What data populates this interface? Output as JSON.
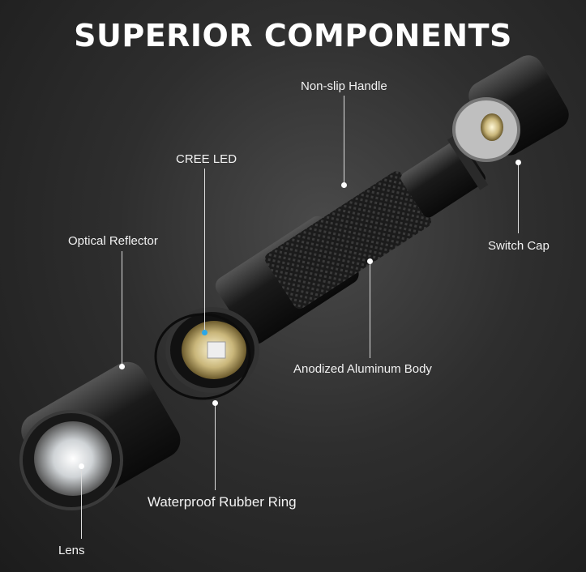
{
  "title": "SUPERIOR COMPONENTS",
  "labels": {
    "handle": "Non-slip Handle",
    "led": "CREE LED",
    "reflector": "Optical Reflector",
    "switch": "Switch Cap",
    "body": "Anodized Aluminum Body",
    "ring": "Waterproof Rubber Ring",
    "lens": "Lens"
  },
  "colors": {
    "led_dot": "#2aa7e8"
  }
}
